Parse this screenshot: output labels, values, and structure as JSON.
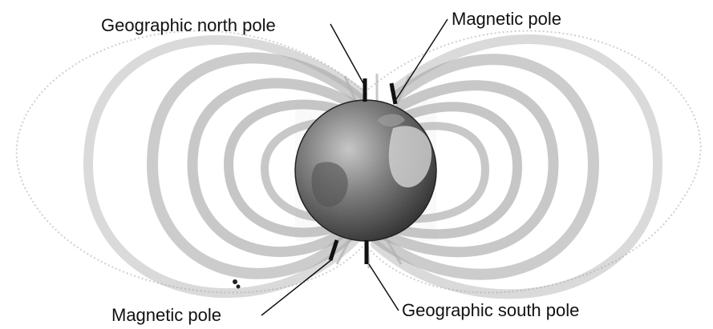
{
  "labels": {
    "geo_north": "Geographic north pole",
    "mag_top": "Magnetic pole",
    "mag_bottom": "Magnetic pole",
    "geo_south": "Geographic south pole"
  },
  "colors": {
    "field_lines": "#9a9a9a",
    "earth_dark": "#2e2e2e",
    "earth_mid": "#6a6a6a",
    "earth_light": "#b8b8b8",
    "pointer": "#111111"
  }
}
